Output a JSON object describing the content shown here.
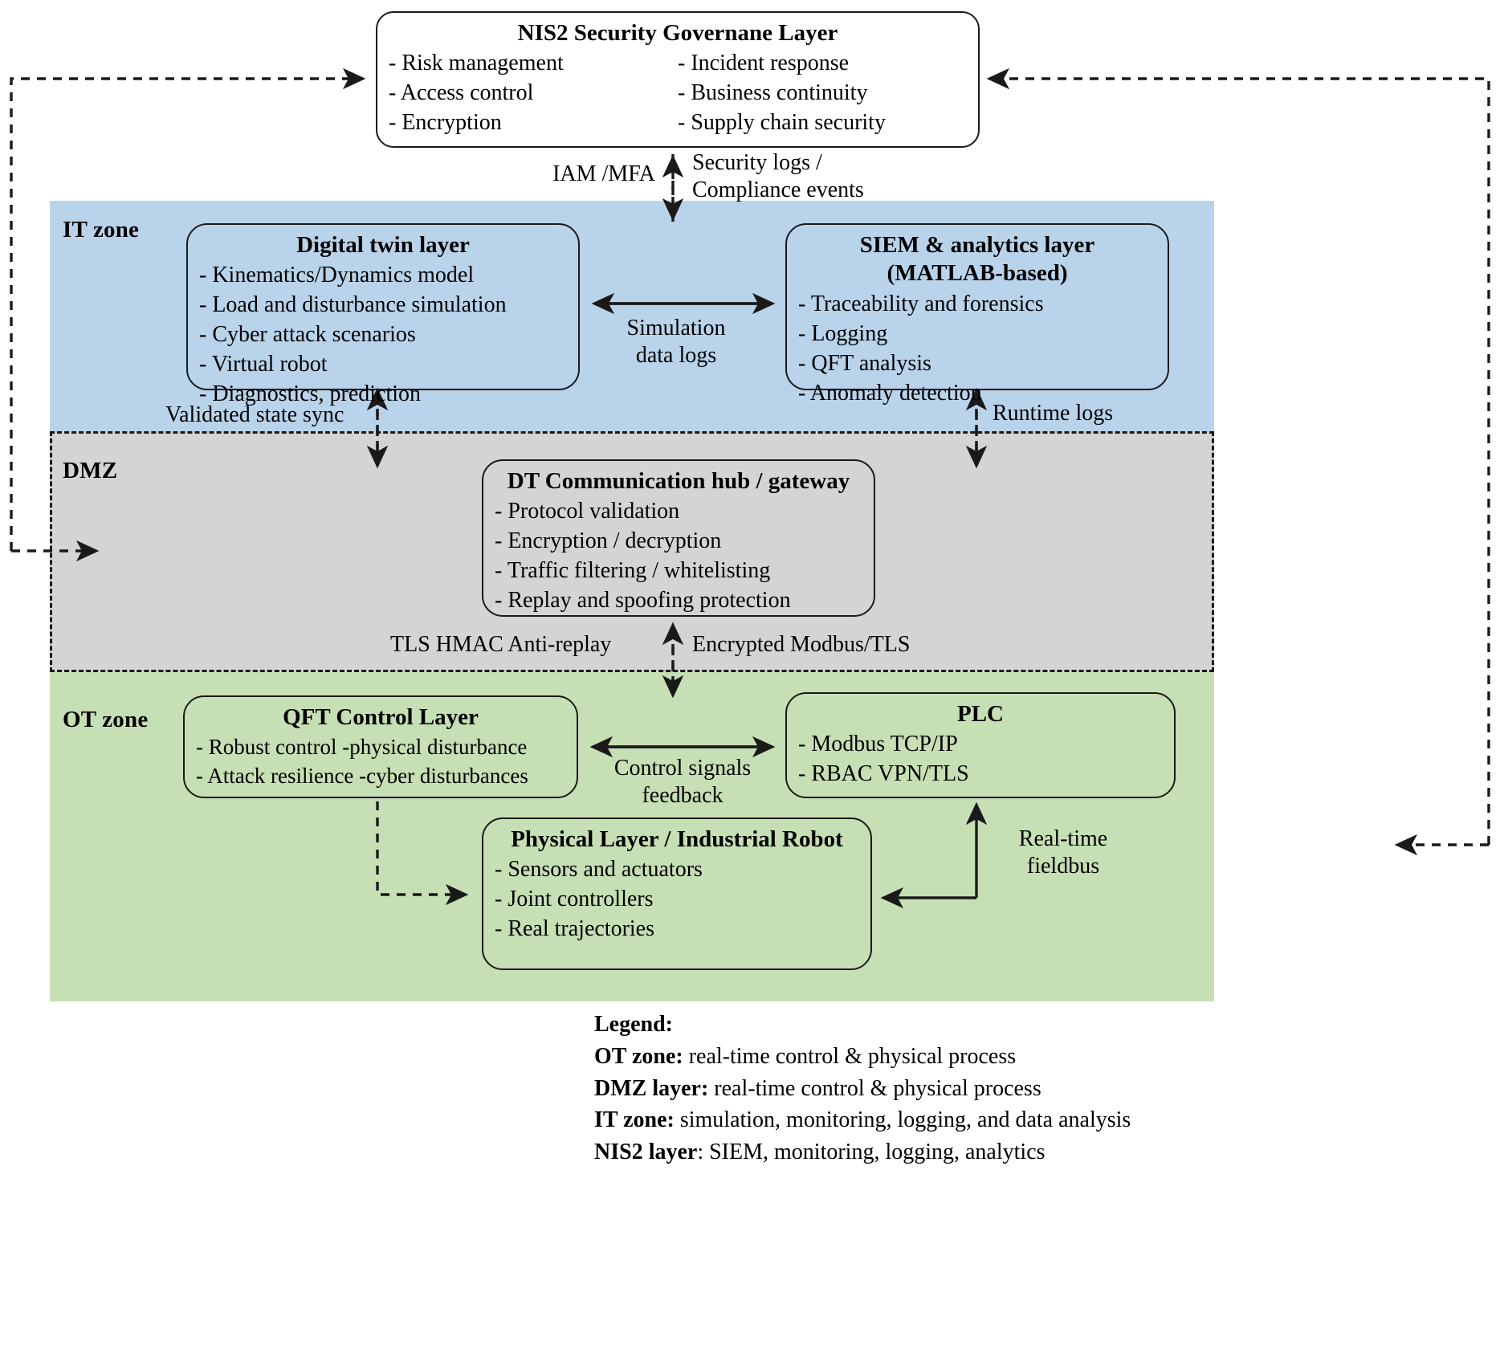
{
  "figure": {
    "title": "NIS2-compliant digital twin security architecture",
    "colors": {
      "it_zone_bg": "#b9d3ea",
      "dmz_zone_bg": "#d4d4d4",
      "ot_zone_bg": "#c7dfb4",
      "stroke": "#1a1a1a",
      "box_bg": "#ffffff"
    }
  },
  "zones": {
    "it": {
      "label": "IT zone"
    },
    "dmz": {
      "label": "DMZ"
    },
    "ot": {
      "label": "OT zone"
    }
  },
  "boxes": {
    "nis2": {
      "title": "NIS2 Security Governane Layer",
      "left_items": [
        "- Risk management",
        "- Access control",
        "- Encryption"
      ],
      "right_items": [
        "- Incident response",
        "- Business continuity",
        "- Supply chain security"
      ]
    },
    "digital_twin": {
      "title": "Digital twin layer",
      "items": [
        "- Kinematics/Dynamics model",
        "- Load and disturbance simulation",
        "- Cyber attack scenarios",
        "- Virtual robot",
        "- Diagnostics, prediction"
      ]
    },
    "siem": {
      "title": "SIEM & analytics layer\n(MATLAB-based)",
      "items": [
        "- Traceability and forensics",
        "- Logging",
        "- QFT analysis",
        "- Anomaly detection"
      ]
    },
    "hub": {
      "title": "DT Communication hub / gateway",
      "items": [
        "- Protocol validation",
        "- Encryption / decryption",
        "- Traffic filtering / whitelisting",
        "- Replay and spoofing protection"
      ]
    },
    "qft": {
      "title": "QFT Control Layer",
      "items": [
        "- Robust control  -physical disturbance",
        "- Attack resilience -cyber disturbances"
      ]
    },
    "plc": {
      "title": "PLC",
      "items": [
        "- Modbus TCP/IP",
        "- RBAC VPN/TLS"
      ]
    },
    "physical": {
      "title": "Physical Layer / Industrial Robot",
      "items": [
        "- Sensors and actuators",
        "- Joint controllers",
        "- Real trajectories"
      ]
    }
  },
  "edge_labels": {
    "iam_mfa": "IAM /MFA",
    "security_logs": "Security logs /\nCompliance events",
    "simulation_data_logs": "Simulation\ndata logs",
    "validated_state_sync": "Validated state sync",
    "runtime_logs": "Runtime logs",
    "tls_hmac": "TLS HMAC Anti-replay",
    "encrypted_modbus": "Encrypted Modbus/TLS",
    "control_signals": "Control signals\nfeedback",
    "realtime_fieldbus": "Real-time\nfieldbus"
  },
  "legend": {
    "heading": "Legend:",
    "entries": [
      {
        "term": "OT zone:",
        "desc": " real-time control & physical process"
      },
      {
        "term": "DMZ layer:",
        "desc": " real-time control & physical process"
      },
      {
        "term": "IT zone:",
        "desc": " simulation, monitoring, logging, and data analysis"
      },
      {
        "term": "NIS2 layer",
        "desc": ": SIEM, monitoring, logging, analytics"
      }
    ]
  }
}
